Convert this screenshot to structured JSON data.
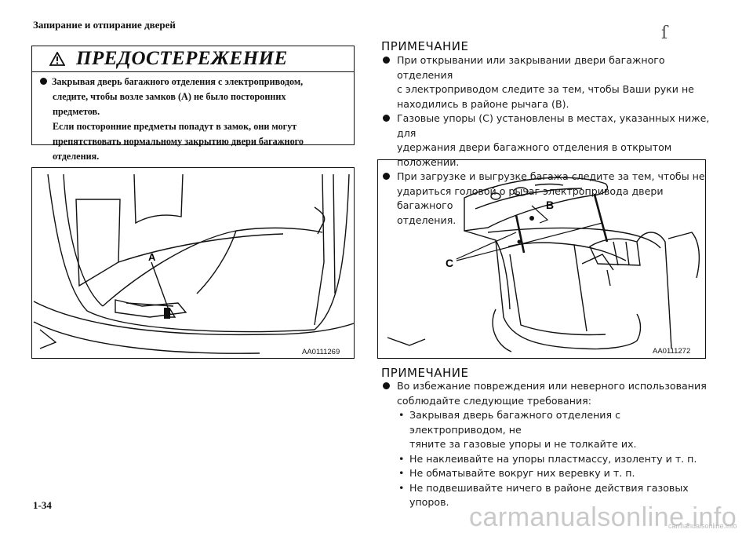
{
  "header": {
    "title": "Запирание и отпирание дверей"
  },
  "warning": {
    "title": "ПРЕДОСТЕРЕЖЕНИЕ",
    "lines": [
      "Закрывая дверь багажного отделения с электроприводом,",
      "следите, чтобы возле замков (A) не было посторонних",
      "предметов.",
      "Если посторонние предметы попадут в замок, они могут",
      "препятствовать нормальному закрытию двери багажного",
      "отделения."
    ]
  },
  "figures": {
    "left": {
      "code": "AA0111269",
      "label": "A",
      "icon_name": "trunk-latch-illustration"
    },
    "right": {
      "code": "AA0111272",
      "label_b": "B",
      "label_c": "C",
      "icon_name": "open-tailgate-illustration"
    }
  },
  "note1": {
    "heading": "ПРИМЕЧАНИЕ",
    "items": [
      {
        "lines": [
          "При открывании или закрывании двери багажного отделения",
          "с электроприводом следите за тем, чтобы Ваши руки не",
          "находились в районе рычага (B)."
        ]
      },
      {
        "lines": [
          "Газовые упоры (C) установлены в местах, указанных ниже, для",
          "удержания двери багажного отделения в открытом положении."
        ]
      },
      {
        "lines": [
          "При загрузке и выгрузке багажа следите за тем, чтобы не",
          "удариться головой о рычаг электропривода двери багажного",
          "отделения."
        ]
      }
    ]
  },
  "note2": {
    "heading": "ПРИМЕЧАНИЕ",
    "intro": [
      "Во избежание повреждения или неверного использования",
      "соблюдайте следующие требования:"
    ],
    "subitems": [
      {
        "lines": [
          "Закрывая дверь багажного отделения с электроприводом, не",
          "тяните за газовые упоры и не толкайте их."
        ]
      },
      {
        "lines": [
          "Не наклеивайте на упоры пластмассу, изоленту и т. п."
        ]
      },
      {
        "lines": [
          "Не обматывайте вокруг них веревку и т. п."
        ]
      },
      {
        "lines": [
          "Не подвешивайте ничего в районе действия газовых упоров."
        ]
      }
    ],
    "sub_mark": "•"
  },
  "page_number": "1-34",
  "corner_mark": "ſ",
  "watermark": {
    "main": "carmanualsonline.info",
    "small": "carmanualsonline.info"
  },
  "colors": {
    "ink": "#111111",
    "watermark": "#c9c9c9",
    "paper": "#ffffff"
  }
}
